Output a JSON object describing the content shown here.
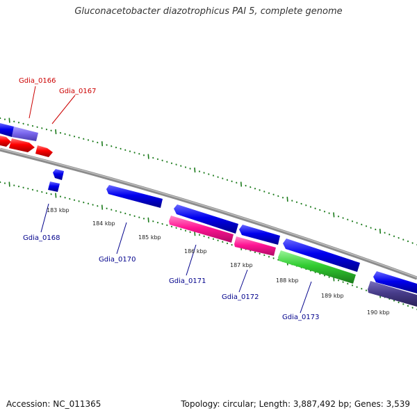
{
  "title": "Gluconacetobacter diazotrophicus PAI 5, complete genome",
  "footer": {
    "accession": "Accession: NC_011365",
    "summary": "Topology: circular; Length: 3,887,492 bp; Genes: 3,539"
  },
  "scale_labels": [
    "183 kbp",
    "184 kbp",
    "185 kbp",
    "186 kbp",
    "187 kbp",
    "188 kbp",
    "189 kbp",
    "190 kbp"
  ],
  "gene_labels": [
    {
      "id": "Gdia_0166",
      "strand": "forward"
    },
    {
      "id": "Gdia_0167",
      "strand": "forward"
    },
    {
      "id": "Gdia_0168",
      "strand": "reverse"
    },
    {
      "id": "Gdia_0170",
      "strand": "reverse"
    },
    {
      "id": "Gdia_0171",
      "strand": "reverse"
    },
    {
      "id": "Gdia_0172",
      "strand": "reverse"
    },
    {
      "id": "Gdia_0173",
      "strand": "reverse"
    }
  ],
  "colors": {
    "forward_label": "#cc0000",
    "reverse_label": "#00008b",
    "backbone": "#8c8c8c",
    "tick": "#1a7a1a",
    "gene_red": "#ff0000",
    "gene_blue": "#0000ee",
    "gene_lavender": "#7b68ee",
    "gene_pink": "#ff1493",
    "gene_green": "#32cd32",
    "gene_slate": "#483d8b"
  }
}
